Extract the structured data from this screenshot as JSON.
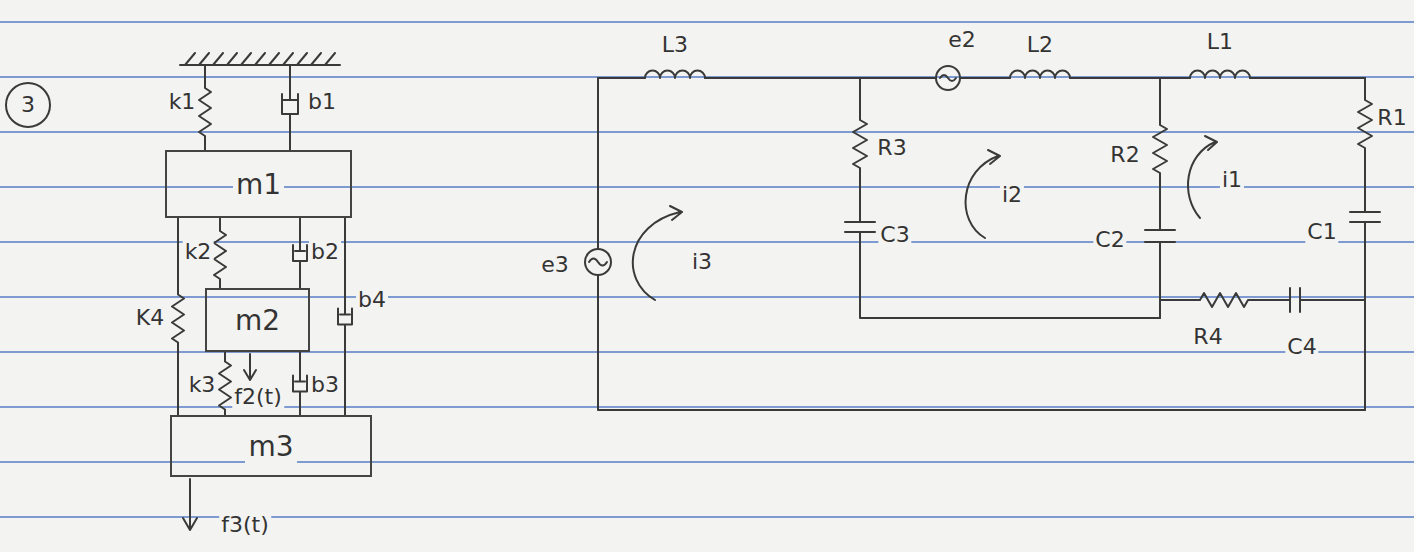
{
  "diagram": {
    "nodes": [
      {
        "text": [
          "m1"
        ]
      },
      {
        "text": [
          "m2"
        ]
      },
      {
        "text": [
          "m3"
        ]
      }
    ],
    "edges": [
      {
        "from": 0,
        "to": 1,
        "arrow": "none",
        "label": "k2"
      },
      {
        "from": 0,
        "to": 1,
        "arrow": "none",
        "label": "b2"
      },
      {
        "from": 0,
        "to": 2,
        "arrow": "none",
        "label": "K4"
      },
      {
        "from": 0,
        "to": 2,
        "arrow": "none",
        "label": "b4"
      },
      {
        "from": 1,
        "to": 2,
        "arrow": "none",
        "label": "k3"
      },
      {
        "from": 1,
        "to": 2,
        "arrow": "none",
        "label": "b3"
      }
    ],
    "labels": [
      "3",
      "k1",
      "b1",
      "f2(t)",
      "f3(t)",
      "L3",
      "e2",
      "L2",
      "L1",
      "R1",
      "R3",
      "i2",
      "R2",
      "i1",
      "e3",
      "i3",
      "C3",
      "C2",
      "C1",
      "R4",
      "C4"
    ]
  }
}
